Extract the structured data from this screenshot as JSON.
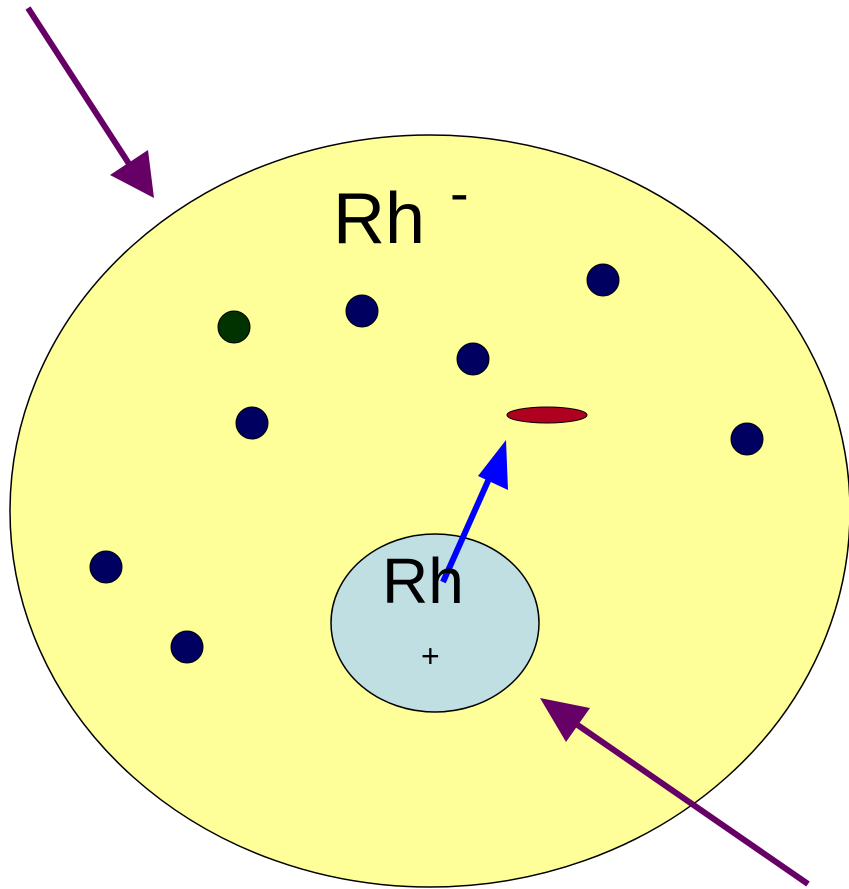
{
  "labels": {
    "outer_main": "Rh",
    "outer_sup": "-",
    "inner_main": "Rh",
    "inner_sign": "+"
  },
  "colors": {
    "background": "#ffffff",
    "cell_fill": "#ffff99",
    "cell_stroke": "#000000",
    "nucleus_fill": "#bfdfe3",
    "nucleus_stroke": "#000000",
    "particle_blue": "#000060",
    "particle_green": "#003300",
    "particle_red": "#b00020",
    "arrow_purple": "#660066",
    "arrow_blue": "#0000ff"
  },
  "particles": [
    {
      "kind": "blue"
    },
    {
      "kind": "blue"
    },
    {
      "kind": "blue"
    },
    {
      "kind": "blue"
    },
    {
      "kind": "blue"
    },
    {
      "kind": "blue"
    },
    {
      "kind": "blue"
    },
    {
      "kind": "blue"
    },
    {
      "kind": "green"
    }
  ]
}
